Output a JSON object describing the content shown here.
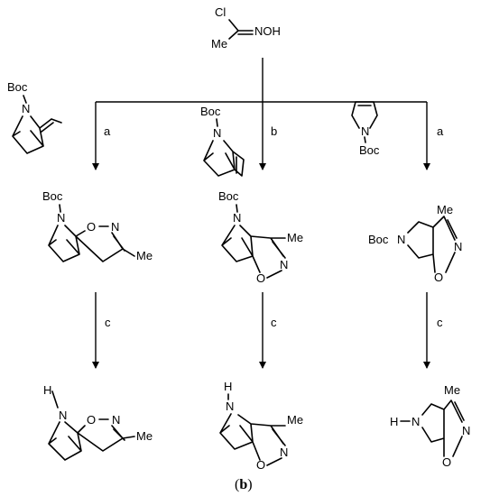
{
  "reagent": {
    "cl": "Cl",
    "noh": "NOH",
    "me": "Me"
  },
  "steps": {
    "a1": "a",
    "b": "b",
    "a2": "a",
    "c1": "c",
    "c2": "c",
    "c3": "c"
  },
  "start": {
    "s1_prot": "Boc",
    "s1_n": "N",
    "s2_prot": "Boc",
    "s2_n": "N",
    "s3_n": "N",
    "s3_prot": "Boc"
  },
  "mid": {
    "m1_prot": "Boc",
    "m1_n": "N",
    "m1_o": "O",
    "m1_n2": "N",
    "m1_me": "Me",
    "m2_prot": "Boc",
    "m2_n": "N",
    "m2_me": "Me",
    "m2_n2": "N",
    "m2_o": "O",
    "m3_me": "Me",
    "m3_prot": "Boc",
    "m3_n": "N",
    "m3_n2": "N",
    "m3_o": "O"
  },
  "product": {
    "p1_h": "H",
    "p1_n": "N",
    "p1_o": "O",
    "p1_n2": "N",
    "p1_me": "Me",
    "p2_h": "H",
    "p2_n": "N",
    "p2_me": "Me",
    "p2_n2": "N",
    "p2_o": "O",
    "p3_me": "Me",
    "p3_h": "H",
    "p3_n": "N",
    "p3_n2": "N",
    "p3_o": "O"
  },
  "caption": {
    "open": "(",
    "letter": "b",
    "close": ")"
  }
}
